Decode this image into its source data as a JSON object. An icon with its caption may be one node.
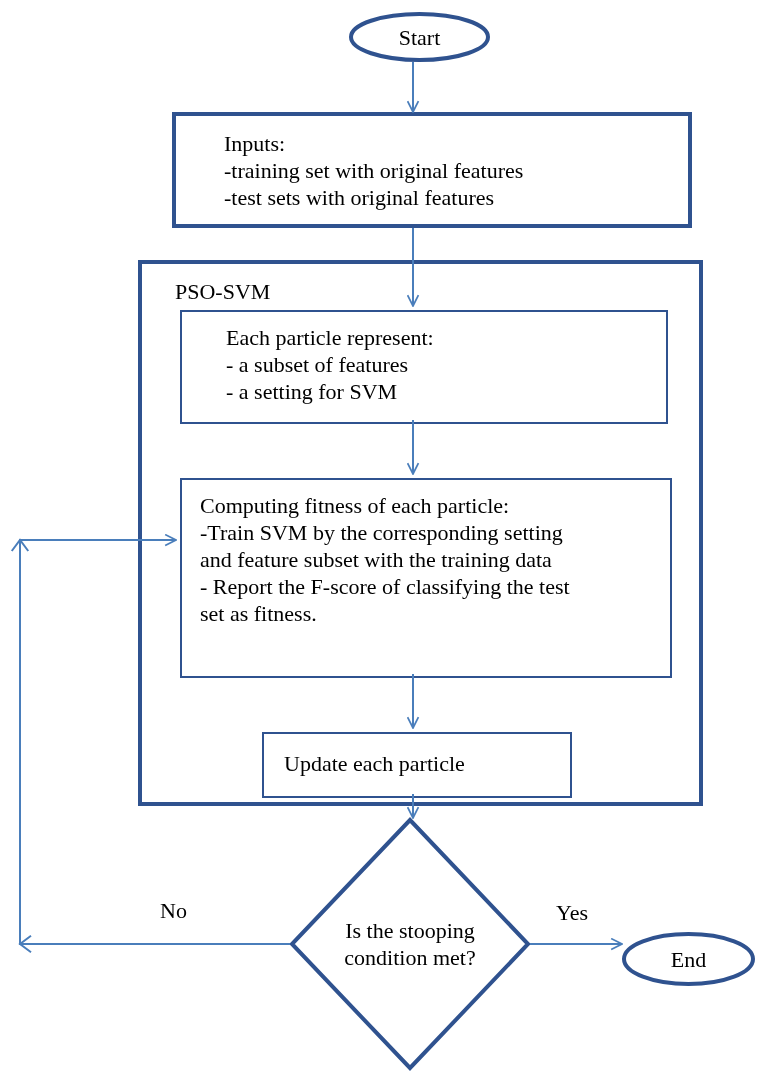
{
  "diagram": {
    "nodes": [
      {
        "text": [
          "Start"
        ]
      },
      {
        "text": [
          "Inputs:",
          "-training set with original features",
          "-test sets with original features"
        ]
      },
      {
        "text": [
          "PSO-SVM"
        ]
      },
      {
        "text": [
          "Each particle represent:",
          "- a subset of features",
          "- a setting for SVM"
        ],
        "in": 2
      },
      {
        "text": [
          "Computing fitness of each particle:",
          "-Train SVM by the corresponding setting and feature subset with the training data",
          "- Report the F-score of classifying the test set as fitness."
        ],
        "in": 2
      },
      {
        "text": [
          "Update each particle"
        ],
        "in": 2
      },
      {
        "text": [
          "Is the stooping condition met?"
        ]
      },
      {
        "text": [
          "End"
        ]
      }
    ],
    "edges": [
      {
        "from": 0,
        "to": 1,
        "arrow": "to"
      },
      {
        "from": 1,
        "to": 3,
        "arrow": "to"
      },
      {
        "from": 3,
        "to": 4,
        "arrow": "to"
      },
      {
        "from": 4,
        "to": 5,
        "arrow": "to"
      },
      {
        "from": 5,
        "to": 6,
        "arrow": "to"
      },
      {
        "from": 6,
        "to": 4,
        "label": "No",
        "arrow": "to"
      },
      {
        "from": 6,
        "to": 7,
        "label": "Yes",
        "arrow": "to"
      }
    ]
  }
}
